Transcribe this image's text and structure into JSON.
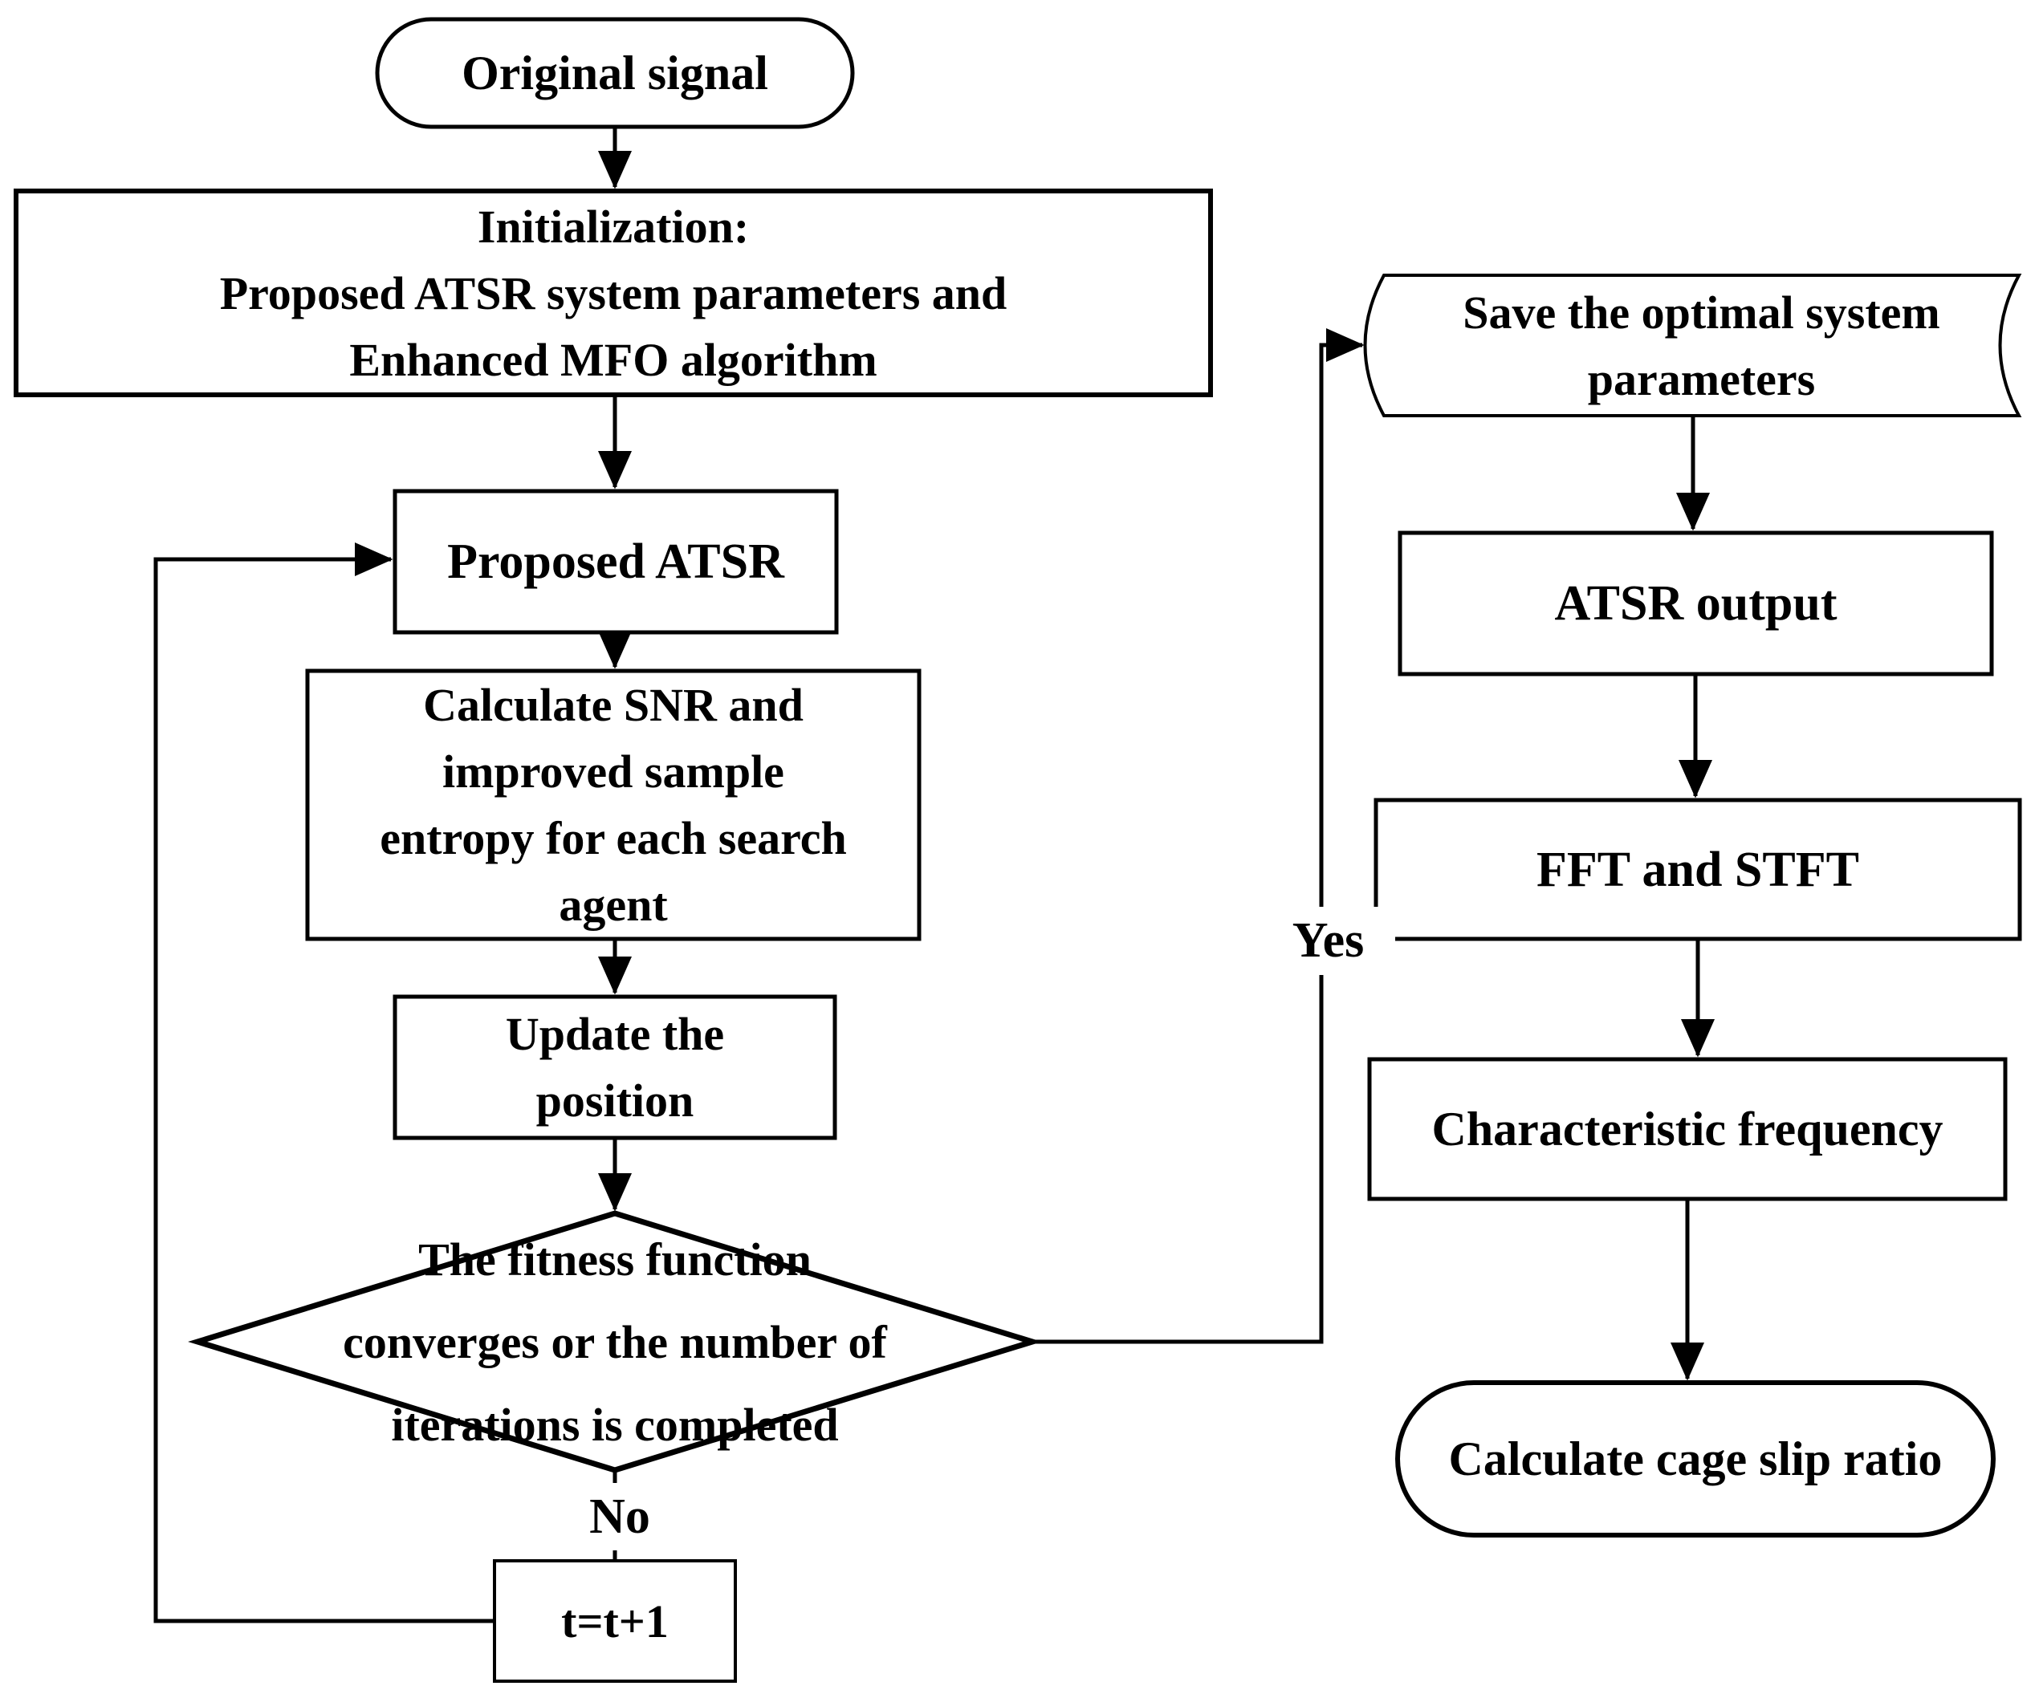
{
  "diagram": {
    "type": "flowchart",
    "colors": {
      "background": "#ffffff",
      "stroke": "#000000",
      "text": "#000000"
    },
    "nodes": [
      {
        "id": "original-signal",
        "shape": "stadium",
        "lines": [
          "Original signal"
        ]
      },
      {
        "id": "initialization",
        "shape": "rectangle",
        "lines": [
          "Initialization:",
          "Proposed ATSR system parameters and",
          "Enhanced MFO algorithm"
        ]
      },
      {
        "id": "proposed-atsr",
        "shape": "rectangle",
        "lines": [
          "Proposed ATSR"
        ]
      },
      {
        "id": "calculate-snr-entropy",
        "shape": "rectangle",
        "lines": [
          "Calculate SNR and",
          "improved sample",
          "entropy for each search",
          "agent"
        ]
      },
      {
        "id": "update-position",
        "shape": "rectangle",
        "lines": [
          "Update the",
          "position"
        ]
      },
      {
        "id": "fitness-decision",
        "shape": "diamond",
        "lines": [
          "The fitness function",
          "converges or the number of",
          "iterations is completed"
        ]
      },
      {
        "id": "increment-iteration",
        "shape": "rectangle",
        "lines": [
          "t=t+1"
        ]
      },
      {
        "id": "save-optimal-parameters",
        "shape": "stored-data",
        "lines": [
          "Save the optimal system",
          "parameters"
        ]
      },
      {
        "id": "atsr-output",
        "shape": "rectangle",
        "lines": [
          "ATSR output"
        ]
      },
      {
        "id": "fft-stft",
        "shape": "rectangle",
        "lines": [
          "FFT and STFT"
        ]
      },
      {
        "id": "characteristic-frequency",
        "shape": "rectangle",
        "lines": [
          "Characteristic frequency"
        ]
      },
      {
        "id": "calculate-cage-slip-ratio",
        "shape": "stadium",
        "lines": [
          "Calculate cage slip ratio"
        ]
      }
    ],
    "edge_labels": {
      "yes": "Yes",
      "no": "No"
    }
  }
}
